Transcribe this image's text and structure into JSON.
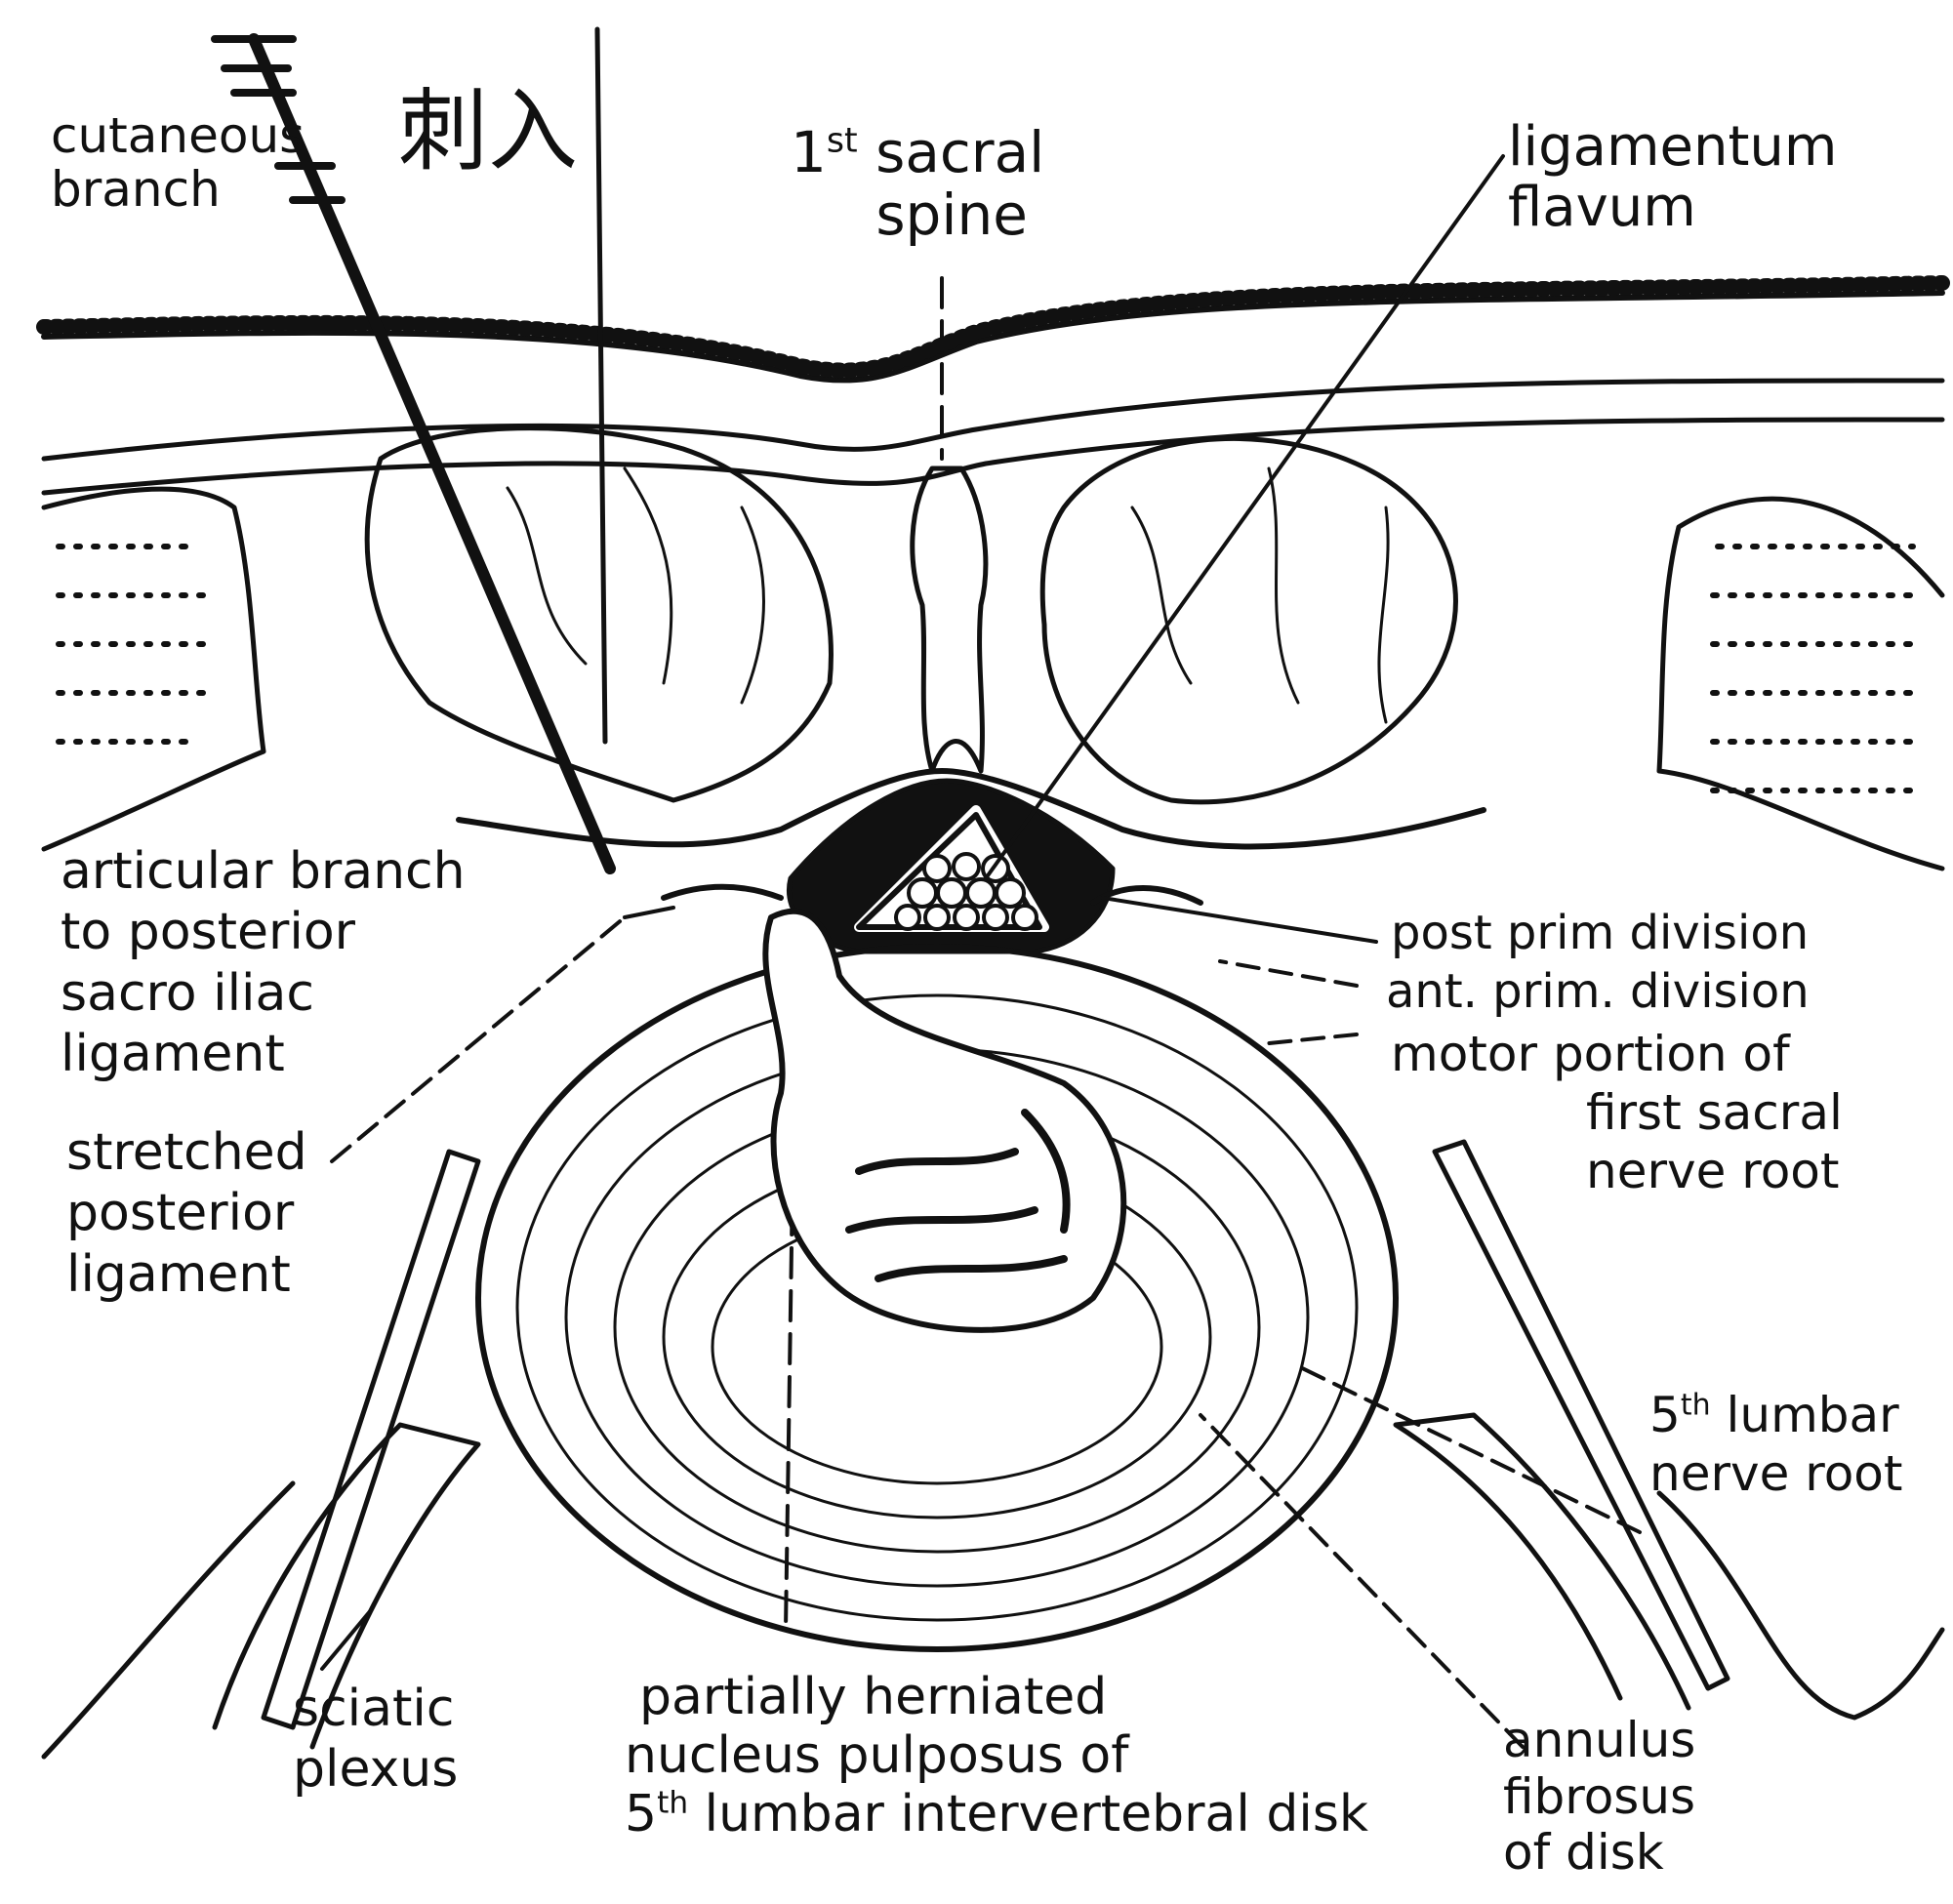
{
  "labels": {
    "cutaneous_branch": [
      "cutaneous",
      "branch"
    ],
    "chinese_note": "刺入",
    "first_sacral_spine": {
      "num": "1",
      "sup": "st",
      "rest": " sacral",
      "line2": "spine"
    },
    "ligamentum_flavum": [
      "ligamentum",
      "flavum"
    ],
    "articular_branch": [
      "articular branch",
      "to posterior",
      "sacro iliac",
      "ligament"
    ],
    "stretched_ligament": [
      "stretched",
      "posterior",
      "ligament"
    ],
    "post_prim_division": "post prim division",
    "ant_prim_division": "ant. prim. division",
    "motor_portion": [
      "motor portion of",
      "first sacral",
      "nerve root"
    ],
    "fifth_lumbar_root": {
      "num": "5",
      "sup": "th",
      "rest": " lumbar",
      "line2": "nerve root"
    },
    "sciatic_plexus": [
      "sciatic",
      "plexus"
    ],
    "herniated": {
      "line1": "partially herniated",
      "line2": "nucleus pulposus of",
      "num": "5",
      "sup": "th",
      "rest": " lumbar intervertebral disk"
    },
    "annulus": [
      "annulus",
      "fibrosus",
      "of disk"
    ]
  }
}
